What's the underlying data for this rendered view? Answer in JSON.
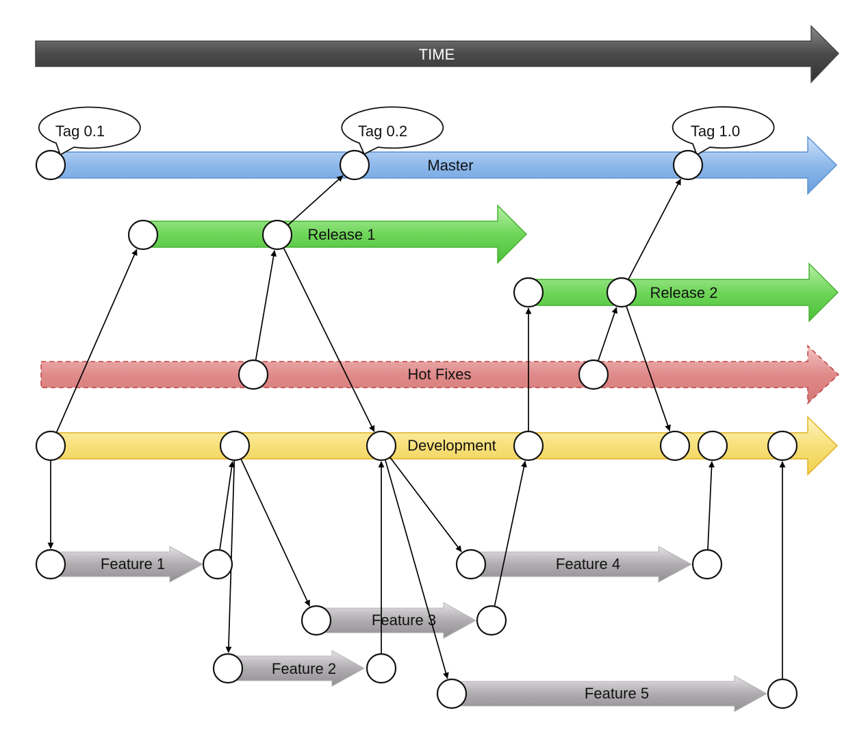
{
  "time": {
    "label": "TIME"
  },
  "lanes": {
    "master": {
      "label": "Master",
      "color": "#8db8ea"
    },
    "release1": {
      "label": "Release 1",
      "color": "#6fd65a"
    },
    "release2": {
      "label": "Release 2",
      "color": "#6fd65a"
    },
    "hotfixes": {
      "label": "Hot Fixes",
      "color": "#e08a8a"
    },
    "development": {
      "label": "Development",
      "color": "#f7e07a"
    },
    "feature1": {
      "label": "Feature 1",
      "color": "#b0adb0"
    },
    "feature2": {
      "label": "Feature 2",
      "color": "#b0adb0"
    },
    "feature3": {
      "label": "Feature 3",
      "color": "#b0adb0"
    },
    "feature4": {
      "label": "Feature 4",
      "color": "#b0adb0"
    },
    "feature5": {
      "label": "Feature 5",
      "color": "#b0adb0"
    }
  },
  "tags": [
    {
      "label": "Tag 0.1"
    },
    {
      "label": "Tag 0.2"
    },
    {
      "label": "Tag 1.0"
    }
  ],
  "links": [
    {
      "from": "dev-1",
      "to": "feat1-1"
    },
    {
      "from": "dev-1",
      "to": "rel1-1"
    },
    {
      "from": "feat1-2",
      "to": "dev-2"
    },
    {
      "from": "dev-2",
      "to": "feat2-1"
    },
    {
      "from": "dev-2",
      "to": "feat3-1"
    },
    {
      "from": "hotfix-1",
      "to": "rel1-2"
    },
    {
      "from": "rel1-2",
      "to": "master-2"
    },
    {
      "from": "rel1-2",
      "to": "dev-3"
    },
    {
      "from": "feat2-2",
      "to": "dev-3"
    },
    {
      "from": "dev-3",
      "to": "feat4-1"
    },
    {
      "from": "dev-3",
      "to": "feat5-1"
    },
    {
      "from": "feat3-2",
      "to": "dev-4"
    },
    {
      "from": "dev-4",
      "to": "rel2-1"
    },
    {
      "from": "hotfix-2",
      "to": "rel2-2"
    },
    {
      "from": "rel2-2",
      "to": "master-3"
    },
    {
      "from": "rel2-2",
      "to": "dev-5"
    },
    {
      "from": "feat4-2",
      "to": "dev-6"
    },
    {
      "from": "feat5-2",
      "to": "dev-7"
    }
  ]
}
